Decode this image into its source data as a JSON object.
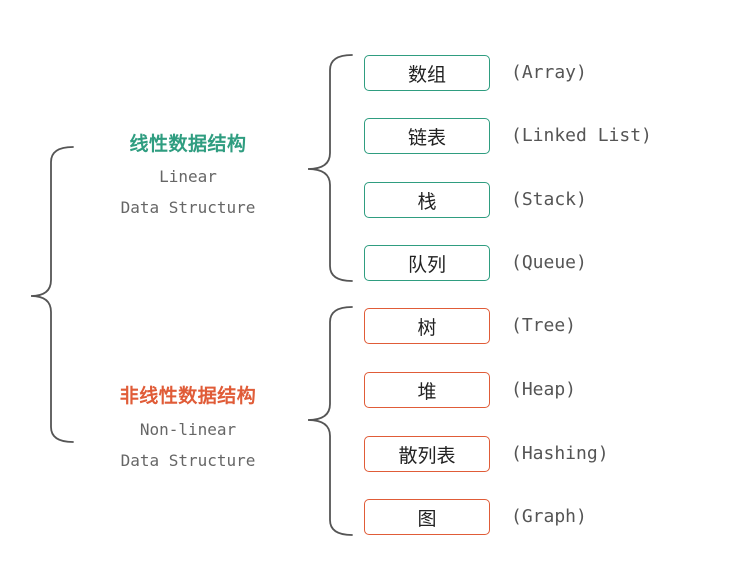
{
  "colors": {
    "linear": "#2f9d80",
    "nonlinear": "#e05c38",
    "brace": "#555555",
    "subtitle": "#666666"
  },
  "groups": {
    "linear": {
      "title": "线性数据结构",
      "subtitle_line1": "Linear",
      "subtitle_line2": "Data Structure",
      "items": [
        {
          "label": "数组",
          "english": "(Array)"
        },
        {
          "label": "链表",
          "english": "(Linked List)"
        },
        {
          "label": "栈",
          "english": "(Stack)"
        },
        {
          "label": "队列",
          "english": "(Queue)"
        }
      ]
    },
    "nonlinear": {
      "title": "非线性数据结构",
      "subtitle_line1": "Non-linear",
      "subtitle_line2": "Data Structure",
      "items": [
        {
          "label": "树",
          "english": "(Tree)"
        },
        {
          "label": "堆",
          "english": "(Heap)"
        },
        {
          "label": "散列表",
          "english": "(Hashing)"
        },
        {
          "label": "图",
          "english": "(Graph)"
        }
      ]
    }
  }
}
